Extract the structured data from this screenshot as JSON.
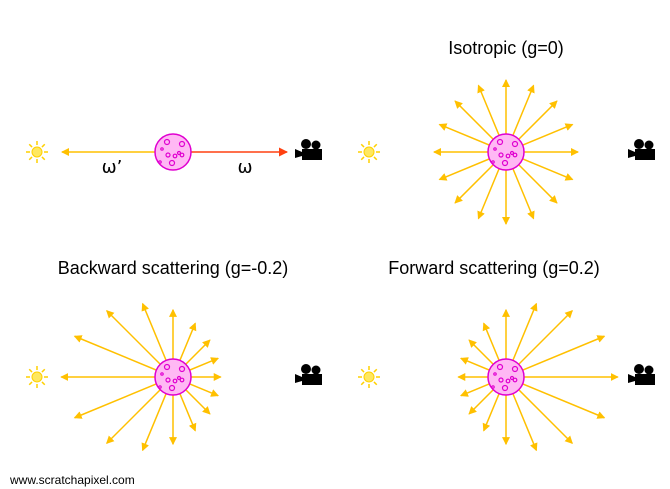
{
  "panels": [
    {
      "id": "setup",
      "title": "",
      "g": null,
      "labels": {
        "incoming": "ω’",
        "outgoing": "ω"
      }
    },
    {
      "id": "isotropic",
      "title": "Isotropic (g=0)",
      "g": 0
    },
    {
      "id": "backward",
      "title": "Backward scattering (g=-0.2)",
      "g": -0.2
    },
    {
      "id": "forward",
      "title": "Forward scattering (g=0.2)",
      "g": 0.2
    }
  ],
  "footer": "www.scratchapixel.com",
  "colors": {
    "arrow": "#ffc000",
    "outgoing": "#ff4010",
    "particle_fill": "#ffb8f4",
    "particle_stroke": "#e000d0",
    "sun": "#ffd000",
    "camera": "#000000"
  },
  "icons": [
    "sun-icon",
    "camera-icon",
    "particle-icon"
  ]
}
